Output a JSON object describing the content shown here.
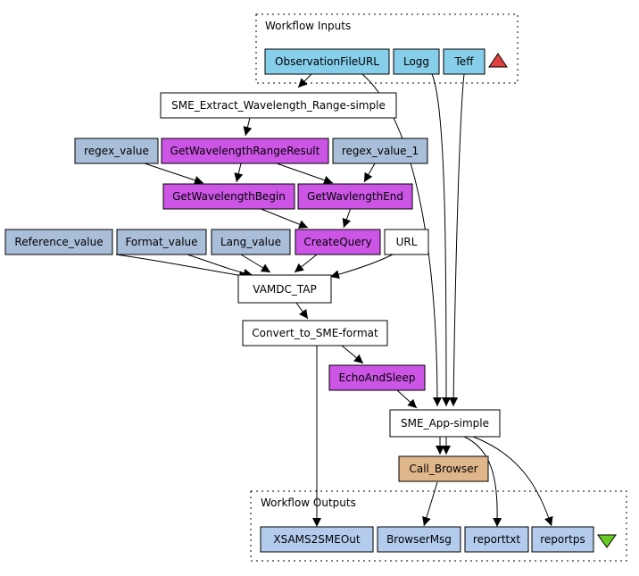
{
  "colors": {
    "input_port": "#87ceeb",
    "processor_purple": "#cc55e6",
    "constant": "#a9bed8",
    "plain": "#ffffff",
    "call_browser": "#deb68a",
    "output_port": "#b3ccee",
    "up_triangle": "#e04040",
    "down_triangle": "#66cc22"
  },
  "groups": {
    "inputs_label": "Workflow Inputs",
    "outputs_label": "Workflow Outputs"
  },
  "nodes": {
    "observation_file_url": "ObservationFileURL",
    "logg": "Logg",
    "teff": "Teff",
    "sme_extract": "SME_Extract_Wavelength_Range-simple",
    "regex_value": "regex_value",
    "get_wavelength_range_result": "GetWavelengthRangeResult",
    "regex_value_1": "regex_value_1",
    "get_wavelength_begin": "GetWavelengthBegin",
    "get_wavlength_end": "GetWavlengthEnd",
    "reference_value": "Reference_value",
    "format_value": "Format_value",
    "lang_value": "Lang_value",
    "create_query": "CreateQuery",
    "url": "URL",
    "vamdc_tap": "VAMDC_TAP",
    "convert_to_sme": "Convert_to_SME-format",
    "echo_and_sleep": "EchoAndSleep",
    "sme_app": "SME_App-simple",
    "call_browser": "Call_Browser",
    "xsams2smeout": "XSAMS2SMEOut",
    "browser_msg": "BrowserMsg",
    "reporttxt": "reporttxt",
    "reportps": "reportps"
  }
}
